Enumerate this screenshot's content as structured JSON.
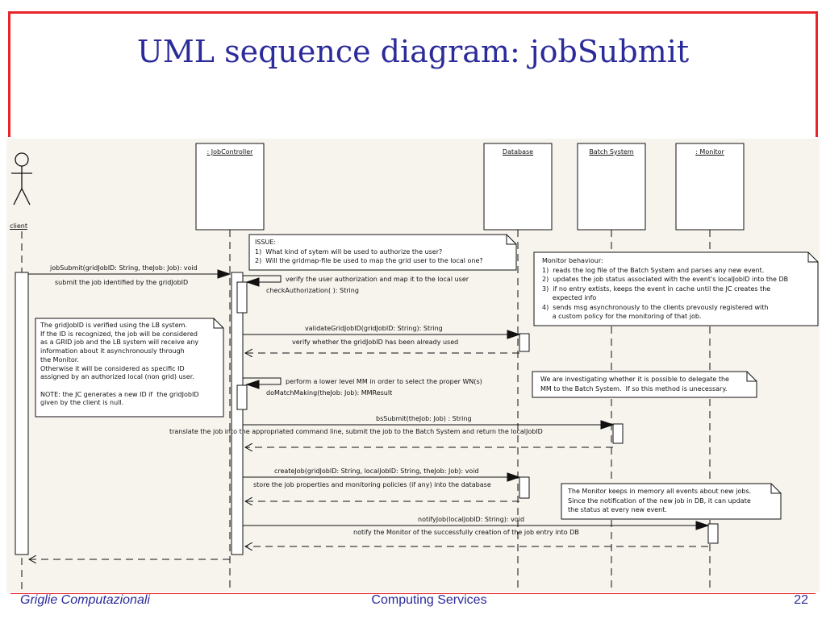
{
  "slide": {
    "title": "UML sequence diagram: jobSubmit",
    "footer_left": "Griglie Computazionali",
    "footer_center": "Computing Services",
    "page_number": "22"
  },
  "lifelines": {
    "client": "client",
    "jobcontroller": ": JobController",
    "database": "Database",
    "batch": "Batch System",
    "monitor": ": Monitor"
  },
  "messages": {
    "jobsubmit": "jobSubmit(gridJobID: String, theJob: Job): void",
    "jobsubmit_desc": "submit the job identified by the gridJobID",
    "verify_desc": "verify the user authorization and map it to the local user",
    "checkauth": "checkAuthorization( ): String",
    "validate": "validateGridJobID(gridJobID: String): String",
    "validate_desc": "verify whether the gridJobID has been already used",
    "mm_desc": "perform a lower level MM in order to select the proper WN(s)",
    "domatch": "doMatchMaking(theJob: Job): MMResult",
    "bssubmit": "bsSubmit(theJob: Job) : String",
    "bssubmit_desc": "translate the job into the appropriated command line, submit the job to the Batch System and return the localJobID",
    "createjob": "createJob(gridJobID: String, localJobID: String, theJob: Job): void",
    "createjob_desc": "store the job properties and monitoring policies (if any) into the database",
    "notify": "notifyJob(localJobID: String): void",
    "notify_desc": "notify the Monitor of the successfully creation of the job entry into DB"
  },
  "notes": {
    "issue": "ISSUE:\n1)  What kind of sytem will be used to authorize the user?\n2)  Will the gridmap-file be used to map the grid user to the local one?",
    "monitor_behaviour": "Monitor behaviour:\n1)  reads the log file of the Batch System and parses any new event.\n2)  updates the job status associated with the event's localJobID into the DB\n3)  if no entry extists, keeps the event in cache until the JC creates the\n     expected info\n4)  sends msg asynchronously to the clients prevously registered with\n     a custom policy for the monitoring of that job.",
    "gridjobid": "The gridJobID is verified using the LB system.\nIf the ID is recognized, the job will be considered\nas a GRID job and the LB system will receive any\ninformation about it asynchronously through\nthe Monitor.\nOtherwise it will be considered as specific ID\nassigned by an authorized local (non grid) user.\n\nNOTE: the JC generates a new ID if  the gridJobID\ngiven by the client is null.",
    "delegate": "We are investigating whether it is possible to delegate the\nMM to the Batch System.  If so this method is unecessary.",
    "monitor_memory": "The Monitor keeps in memory all events about new jobs.\nSince the notification of the new job in DB, it can update\nthe status at every new event."
  }
}
